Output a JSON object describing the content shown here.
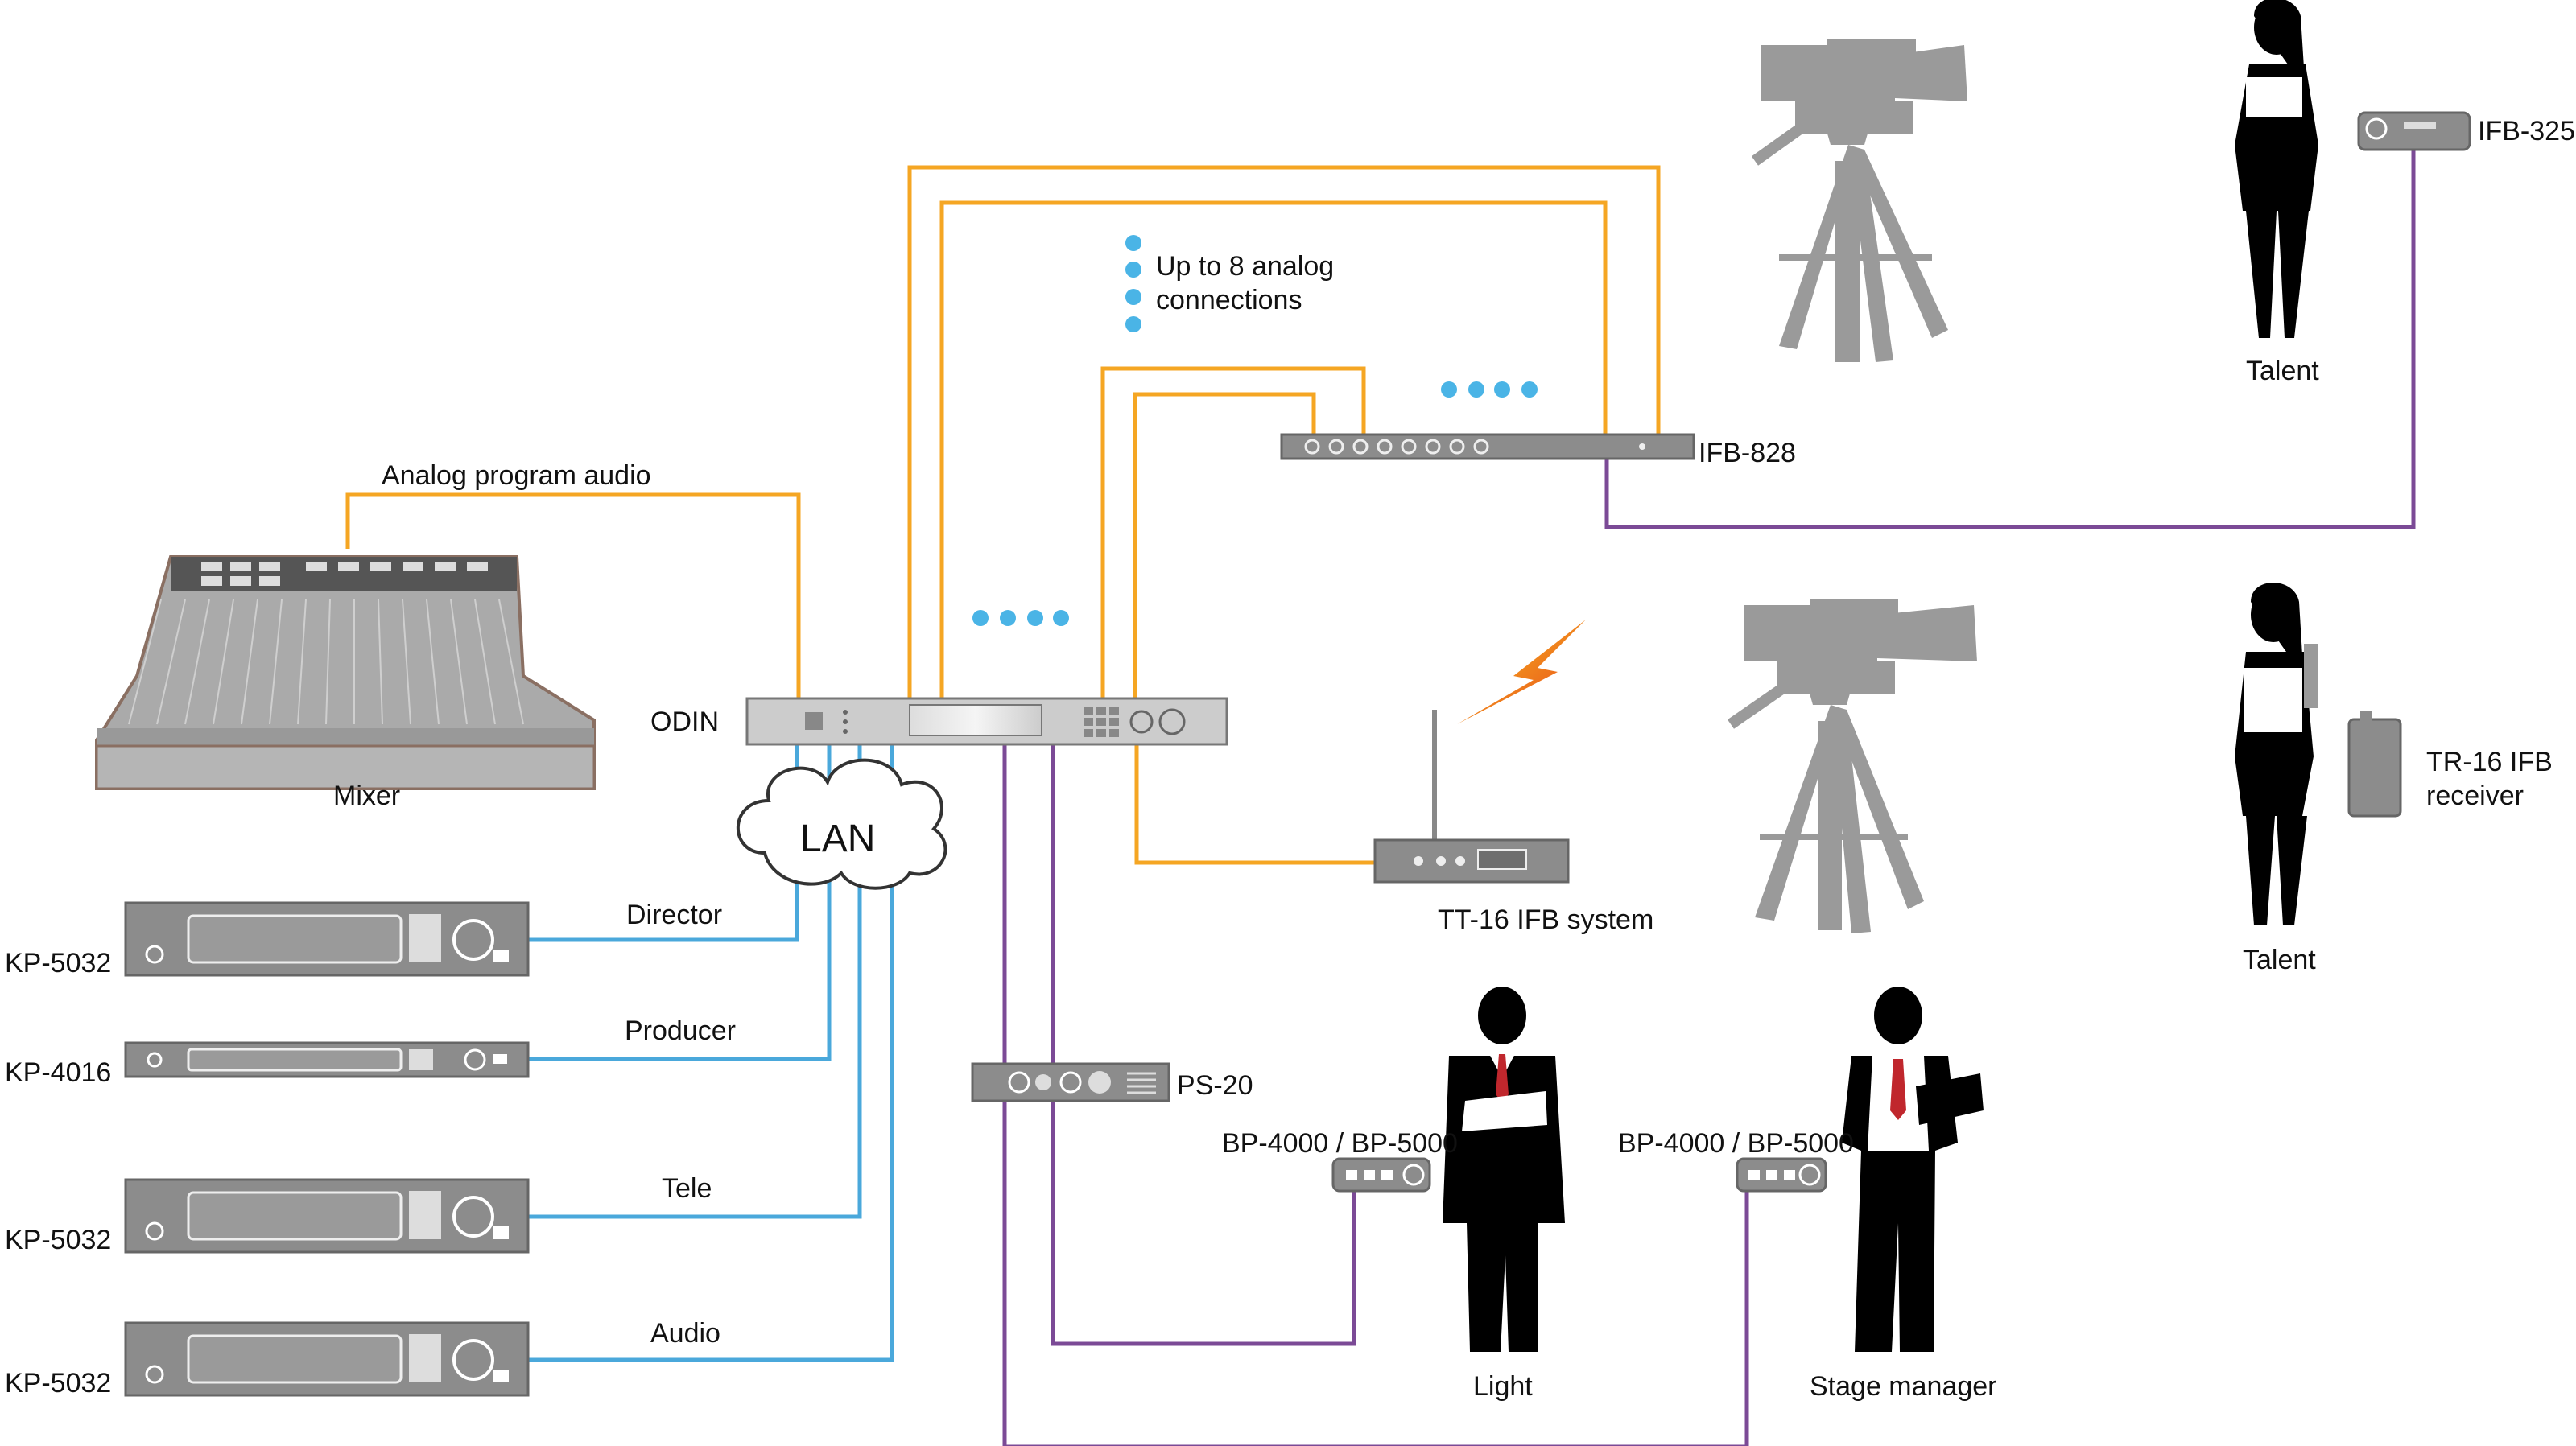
{
  "colors": {
    "analog": "#F5A623",
    "lan": "#4AA8DB",
    "wireless": "#7B4A96",
    "device": "#8C8C8C",
    "silhouette": "#9A9A9A",
    "person": "#000000",
    "tie": "#C0272D",
    "dot": "#4AB4E6"
  },
  "labels": {
    "analog_program_audio": "Analog program audio",
    "up_to_8_line1": "Up to 8 analog",
    "up_to_8_line2": "connections",
    "mixer": "Mixer",
    "odin": "ODIN",
    "lan": "LAN",
    "ifb_828": "IFB-828",
    "ifb_325": "IFB-325",
    "tt16": "TT-16 IFB system",
    "tr16_line1": "TR-16 IFB",
    "tr16_line2": "receiver",
    "ps20": "PS-20",
    "bp_light": "BP-4000 / BP-5000",
    "bp_stage": "BP-4000 / BP-5000"
  },
  "panels": [
    {
      "model": "KP-5032",
      "role": "Director"
    },
    {
      "model": "KP-4016",
      "role": "Producer"
    },
    {
      "model": "KP-5032",
      "role": "Tele"
    },
    {
      "model": "KP-5032",
      "role": "Audio"
    }
  ],
  "people": [
    {
      "id": "talent-top",
      "label": "Talent"
    },
    {
      "id": "talent-bottom",
      "label": "Talent"
    },
    {
      "id": "light",
      "label": "Light"
    },
    {
      "id": "stage-manager",
      "label": "Stage manager"
    }
  ],
  "icons": [
    "mixer-console-icon",
    "camera-on-tripod-icon",
    "person-silhouette-icon",
    "lightning-bolt-icon",
    "lan-cloud-icon",
    "antenna-icon"
  ]
}
